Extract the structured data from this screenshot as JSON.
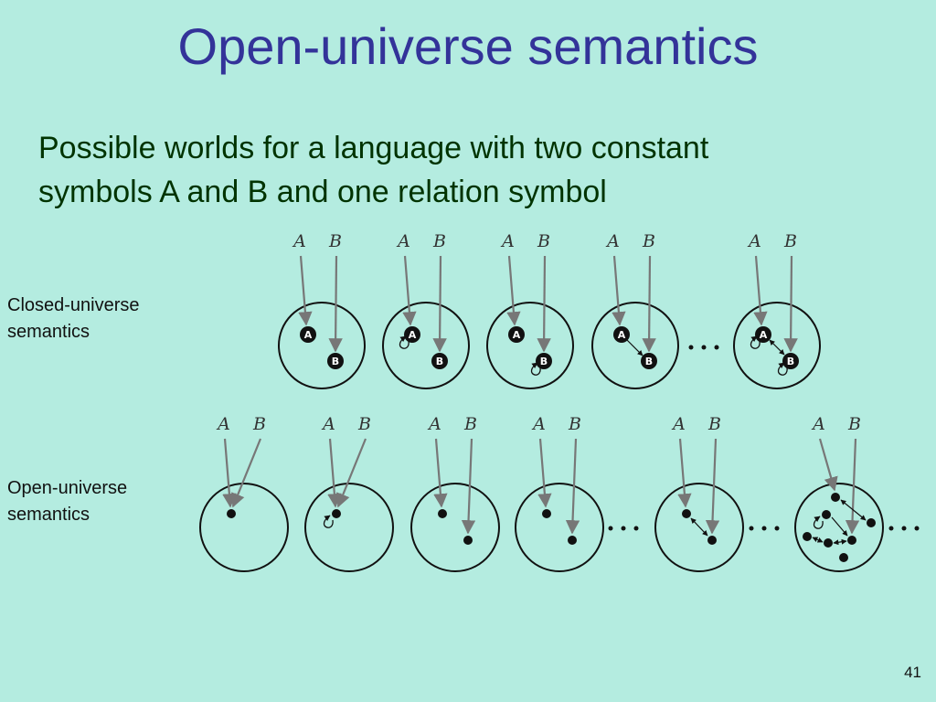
{
  "slide": {
    "title": "Open-universe semantics",
    "subtitle_line1": "Possible worlds for a language with two constant",
    "subtitle_line2": "symbols A and B and one relation symbol",
    "page_number": "41"
  },
  "rows": {
    "closed": {
      "line1": "Closed-universe",
      "line2": "semantics"
    },
    "open": {
      "line1": "Open-universe",
      "line2": "semantics"
    }
  },
  "symbols": {
    "a": "A",
    "b": "B"
  },
  "colors": {
    "background": "#b4ece0",
    "title": "#333399",
    "text": "#003300",
    "arrow": "#777777",
    "node": "#111111"
  }
}
